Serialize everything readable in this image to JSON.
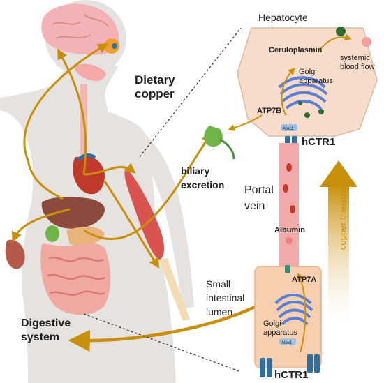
{
  "labels": {
    "dietary_copper_line1": "Dietary",
    "dietary_copper_line2": "copper",
    "hepatocyte": "Hepatocyte",
    "ceruloplasmin": "Ceruloplasmin",
    "systemic_line1": "systemic",
    "systemic_line2": "blood flow",
    "golgi_top_line1": "Golgi",
    "golgi_top_line2": "apparatus",
    "atp7b": "ATP7B",
    "atox1_top": "Atox1",
    "hctr1_top": "hCTR1",
    "biliary_line1": "biliary",
    "biliary_line2": "excretion",
    "portal_line1": "Portal",
    "portal_line2": "vein",
    "albumin": "Albumin",
    "copper_transport": "copper transport",
    "small_line1": "Small",
    "small_line2": "intestinal",
    "small_line3": "lumen",
    "atp7a": "ATP7A",
    "golgi_bot_line1": "Golgi",
    "golgi_bot_line2": "apparatus",
    "atox1_bot": "Atox1",
    "hctr1_bot": "hCTR1",
    "digestive_line1": "Digestive",
    "digestive_line2": "system"
  },
  "colors": {
    "arrow": "#c8900a",
    "skin": "#e6e2df",
    "hepatocyte_fill": "#f8dccb",
    "enterocyte_fill": "#f7cfae",
    "vein": "#f2a9a9",
    "golgi": "#5a7fd6",
    "transporter": "#2f6fa0"
  }
}
